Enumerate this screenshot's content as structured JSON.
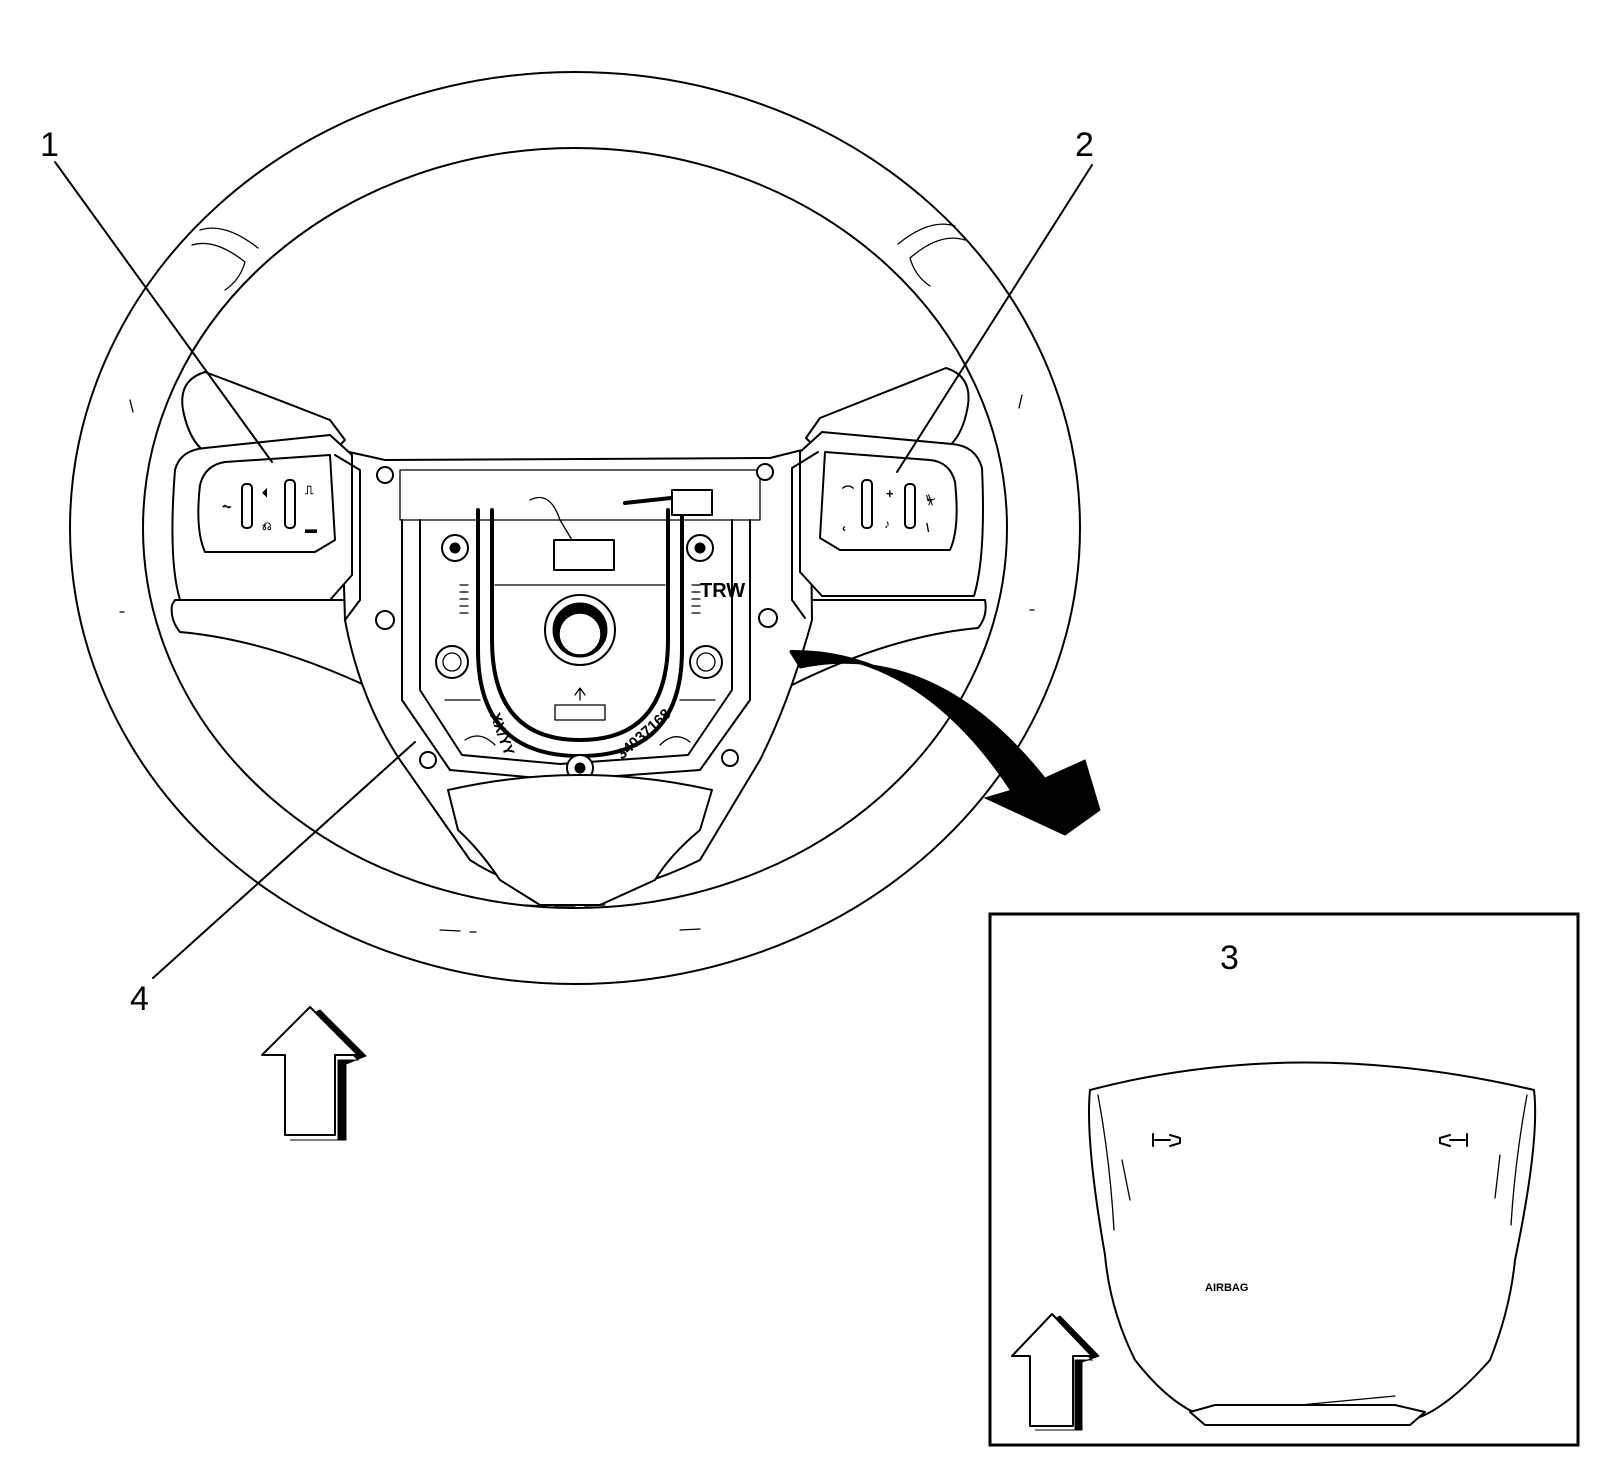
{
  "callouts": {
    "c1": "1",
    "c2": "2",
    "c3": "3",
    "c4": "4"
  },
  "wheel_markings": {
    "trw": "TRW",
    "date_code": "XX/YY",
    "part_number": "34037168"
  },
  "airbag_label": "AIRBAG",
  "colors": {
    "line": "#000000",
    "background": "#ffffff"
  },
  "icons": [
    "orientation-arrow-up-icon",
    "rotate-arrow-icon",
    "horn-icon"
  ]
}
